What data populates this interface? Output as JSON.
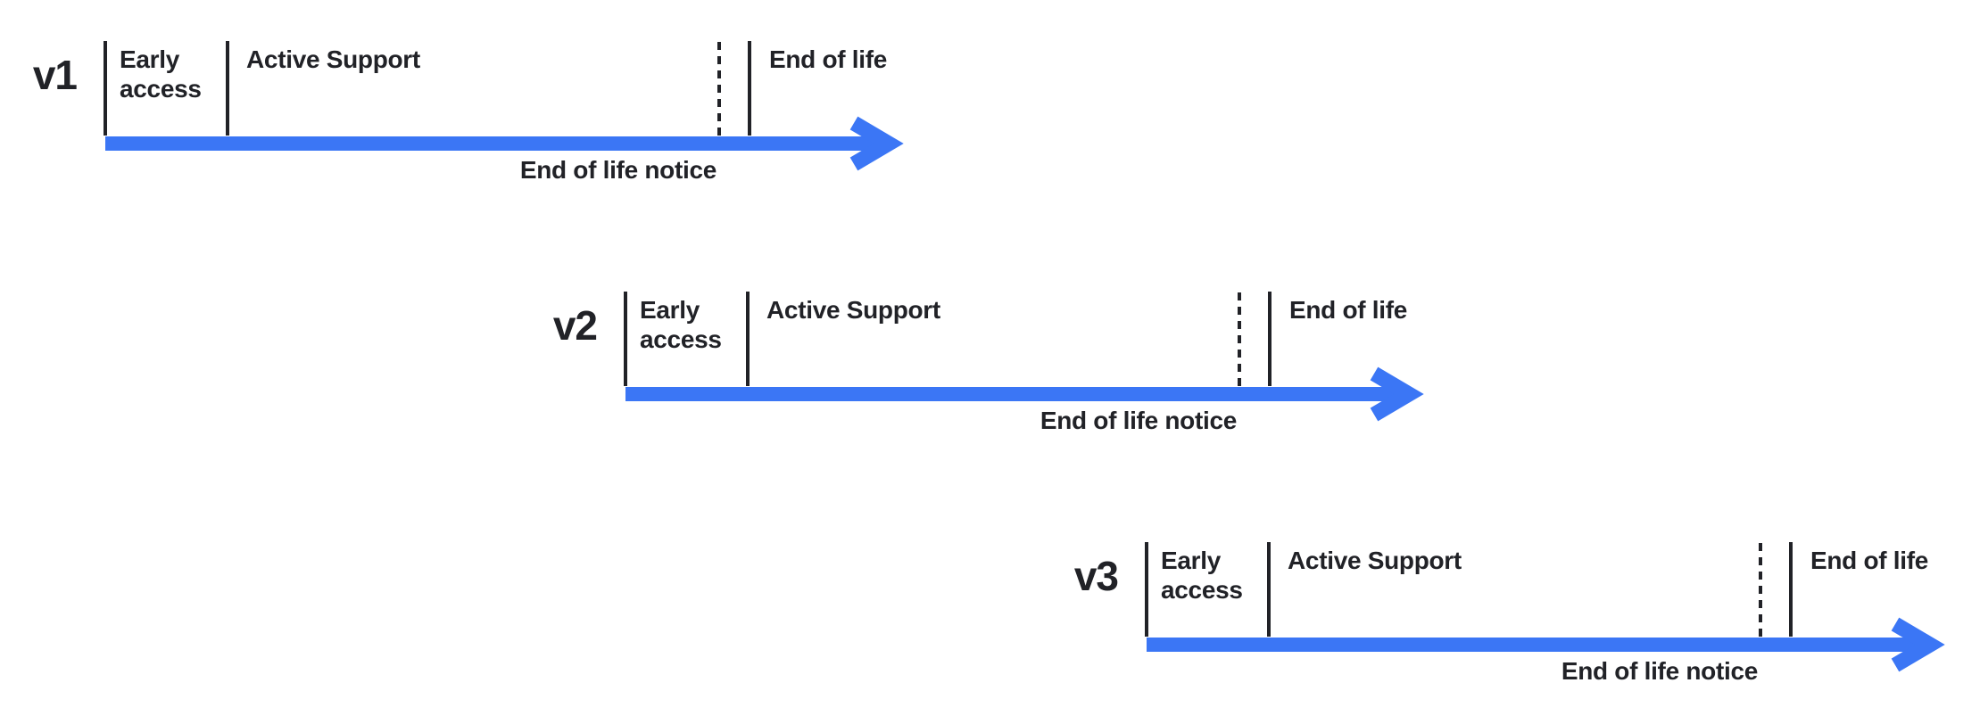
{
  "colors": {
    "arrow_blue": "#3b76f5",
    "line_dark": "#212227",
    "text_dark": "#212227",
    "background": "#ffffff"
  },
  "timelines": [
    {
      "version": "v1",
      "labels": {
        "early_access": "Early access",
        "active_support": "Active Support",
        "end_of_life": "End of life",
        "end_of_life_notice": "End of life notice"
      }
    },
    {
      "version": "v2",
      "labels": {
        "early_access": "Early access",
        "active_support": "Active Support",
        "end_of_life": "End of life",
        "end_of_life_notice": "End of life notice"
      }
    },
    {
      "version": "v3",
      "labels": {
        "early_access": "Early access",
        "active_support": "Active Support",
        "end_of_life": "End of life",
        "end_of_life_notice": "End of life notice"
      }
    }
  ]
}
